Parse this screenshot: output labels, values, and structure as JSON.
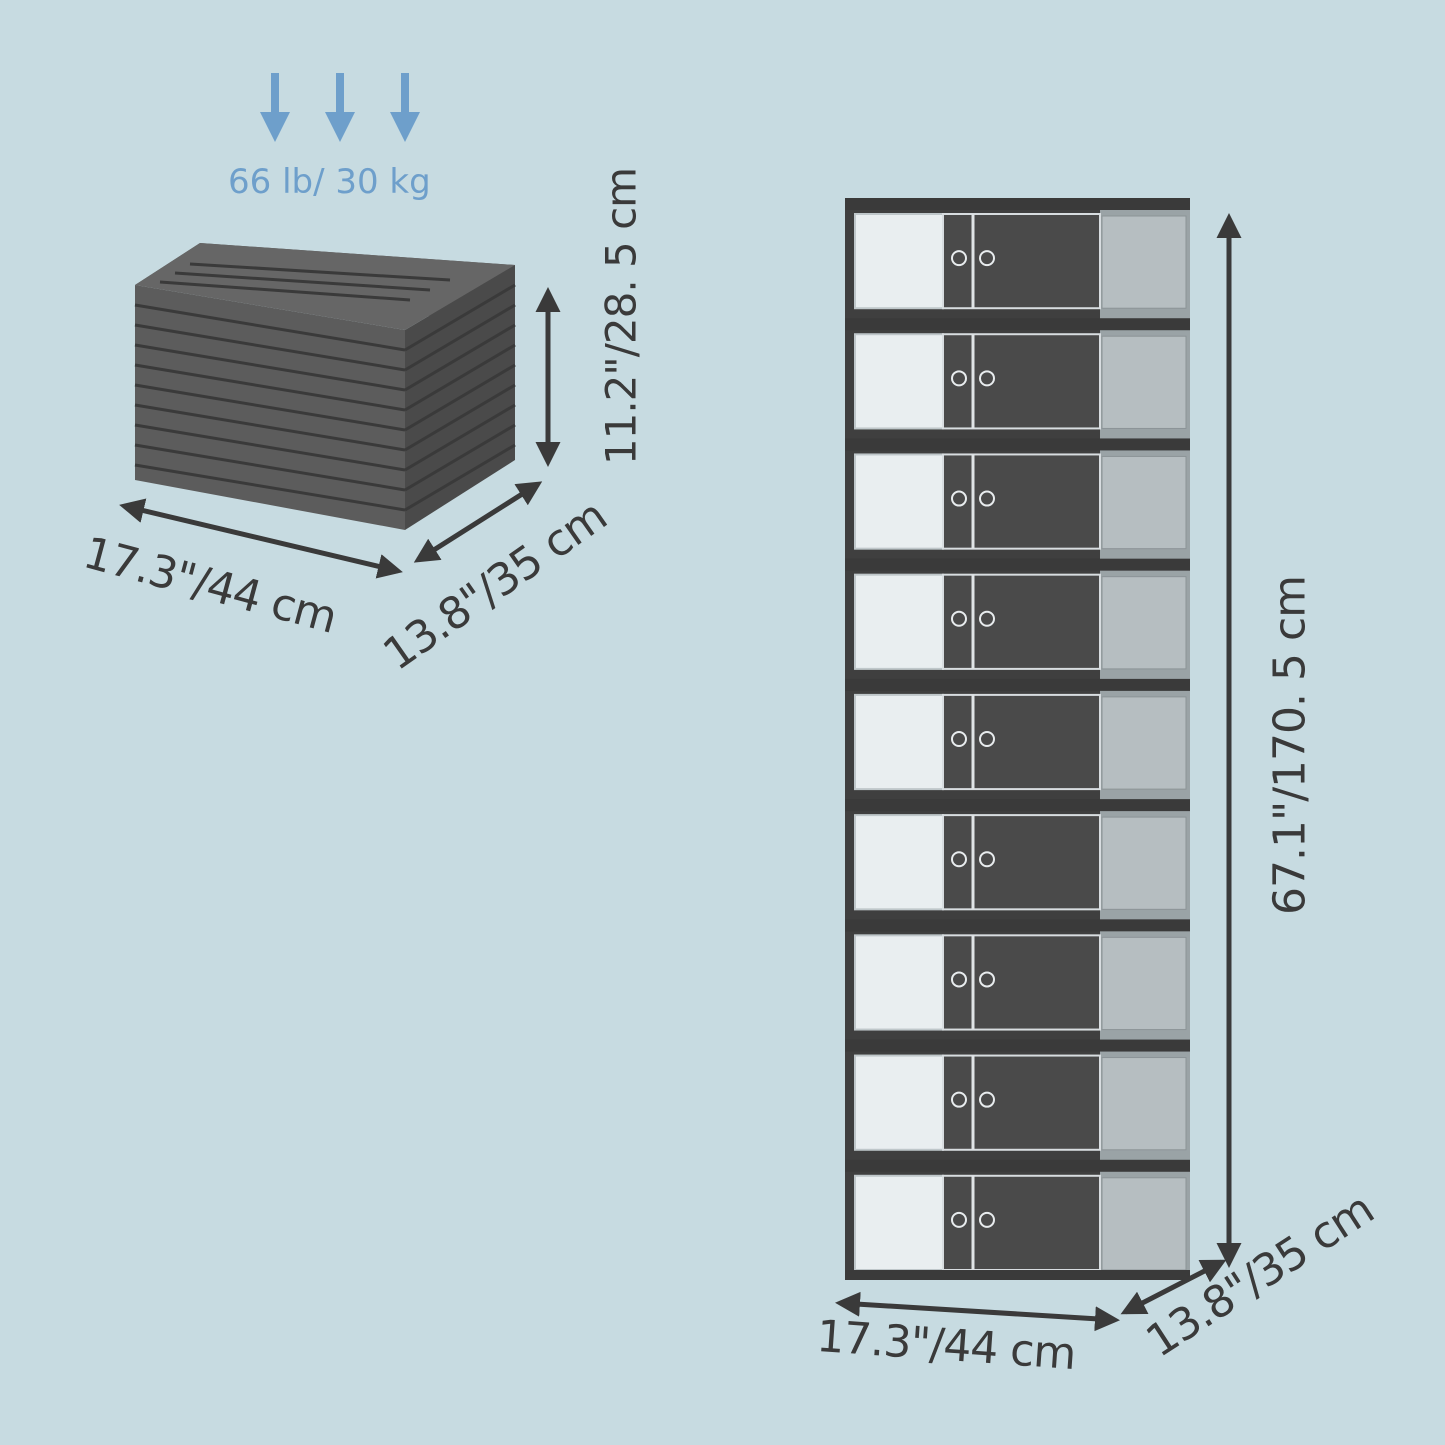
{
  "folded": {
    "load_label": "66 lb/ 30 kg",
    "height_label": "11.2\"/28. 5 cm",
    "width_label": "17.3\"/44 cm",
    "depth_label": "13.8\"/35 cm"
  },
  "assembled": {
    "height_label": "67.1\"/170. 5 cm",
    "width_label": "17.3\"/44 cm",
    "depth_label": "13.8\"/35 cm",
    "compartments": 9
  },
  "colors": {
    "background": "#c7dbe1",
    "product": "#4a4a4a",
    "arrow": "#3a3a3a",
    "load_arrow": "#6e9fcb"
  }
}
